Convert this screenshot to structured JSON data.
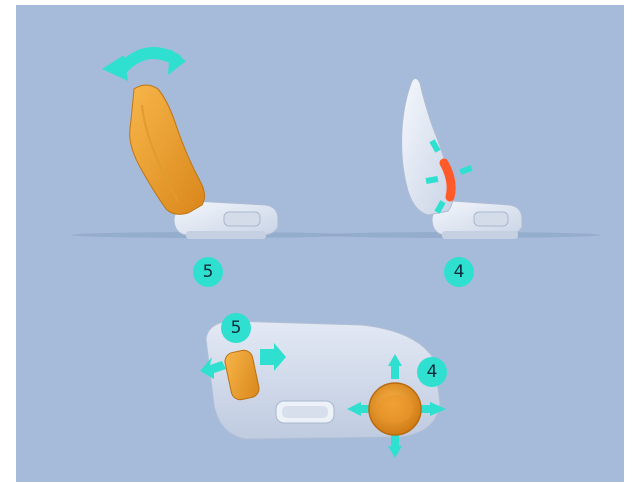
{
  "callouts": {
    "left_seat": "5",
    "right_seat": "4",
    "panel_recline": "5",
    "panel_lumbar": "4"
  },
  "colors": {
    "background": "#a6bbd9",
    "accent_arrow": "#2fe0d0",
    "highlight_orange": "#f0a030",
    "lumbar_red": "#ff5a2a",
    "seat_white": "#e9eef7"
  },
  "icons": [
    "recline-arrow-icon",
    "lumbar-arrow-icon",
    "recline-switch-icon",
    "lumbar-knob-icon"
  ]
}
